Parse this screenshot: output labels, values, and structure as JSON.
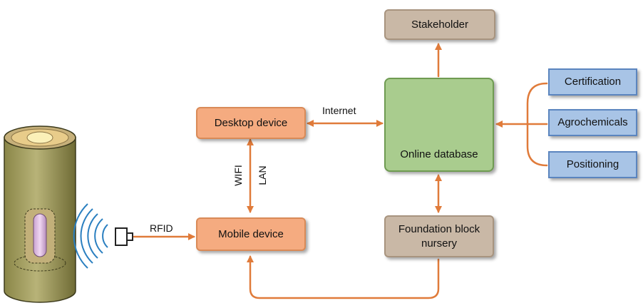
{
  "nodes": {
    "stakeholder": "Stakeholder",
    "desktop": "Desktop device",
    "mobile": "Mobile device",
    "online_db": "Online database",
    "foundation": "Foundation block nursery",
    "certification": "Certification",
    "agrochemicals": "Agrochemicals",
    "positioning": "Positioning"
  },
  "edge_labels": {
    "internet": "Internet",
    "rfid": "RFID",
    "wifi": "WIFI",
    "lan": "LAN"
  },
  "colors": {
    "arrow": "#e07b3a",
    "desktop_fill": "#f5ab80",
    "db_fill": "#a9cc8e",
    "source_fill": "#a8c4e6",
    "nursery_fill": "#c9b8a6",
    "signal": "#2a7fc0"
  }
}
